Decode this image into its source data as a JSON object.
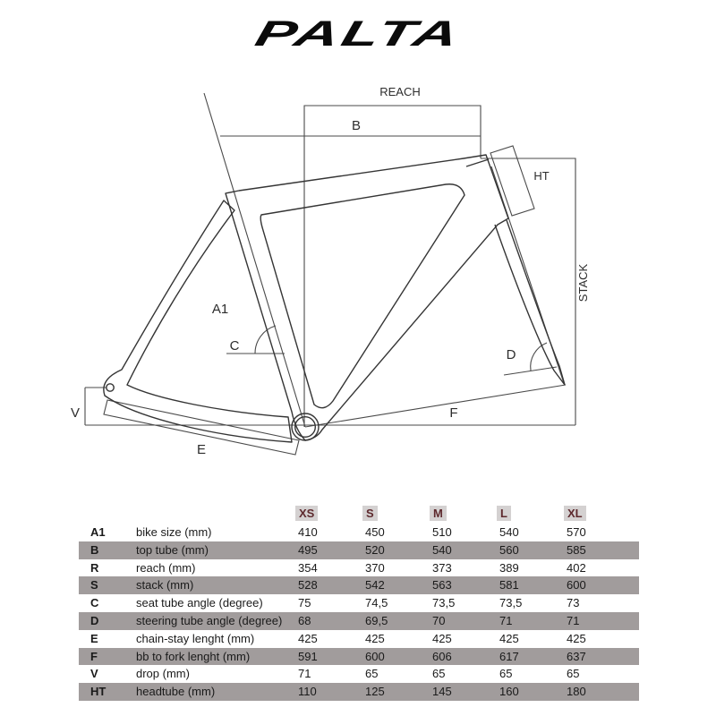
{
  "logo": {
    "text": "PALTA"
  },
  "diagram": {
    "labels": {
      "reach": "REACH",
      "top_tube": "B",
      "head_tube": "HT",
      "stack": "STACK",
      "size": "A1",
      "seat_angle": "C",
      "steer_angle": "D",
      "chainstay": "E",
      "fork": "F",
      "drop": "V"
    },
    "line_color": "#4a4a4a",
    "frame_color": "#353535"
  },
  "table": {
    "headers": [
      "XS",
      "S",
      "M",
      "L",
      "XL"
    ],
    "rows": [
      {
        "letter": "A1",
        "name": "bike size (mm)",
        "values": [
          "410",
          "450",
          "510",
          "540",
          "570"
        ],
        "shaded": false
      },
      {
        "letter": "B",
        "name": "top tube (mm)",
        "values": [
          "495",
          "520",
          "540",
          "560",
          "585"
        ],
        "shaded": true
      },
      {
        "letter": "R",
        "name": "reach (mm)",
        "values": [
          "354",
          "370",
          "373",
          "389",
          "402"
        ],
        "shaded": false
      },
      {
        "letter": "S",
        "name": "stack (mm)",
        "values": [
          "528",
          "542",
          "563",
          "581",
          "600"
        ],
        "shaded": true
      },
      {
        "letter": "C",
        "name": "seat tube angle (degree)",
        "values": [
          "75",
          "74,5",
          "73,5",
          "73,5",
          "73"
        ],
        "shaded": false
      },
      {
        "letter": "D",
        "name": "steering tube angle (degree)",
        "values": [
          "68",
          "69,5",
          "70",
          "71",
          "71"
        ],
        "shaded": true
      },
      {
        "letter": "E",
        "name": "chain-stay lenght (mm)",
        "values": [
          "425",
          "425",
          "425",
          "425",
          "425"
        ],
        "shaded": false
      },
      {
        "letter": "F",
        "name": "bb to fork lenght (mm)",
        "values": [
          "591",
          "600",
          "606",
          "617",
          "637"
        ],
        "shaded": true
      },
      {
        "letter": "V",
        "name": "drop (mm)",
        "values": [
          "71",
          "65",
          "65",
          "65",
          "65"
        ],
        "shaded": false
      },
      {
        "letter": "HT",
        "name": "headtube (mm)",
        "values": [
          "110",
          "125",
          "145",
          "160",
          "180"
        ],
        "shaded": true
      }
    ],
    "colors": {
      "header_text": "#5e2a2e",
      "header_bg": "#d4d1d1",
      "row_shade": "#a19c9c",
      "value_text": "#161616"
    }
  }
}
